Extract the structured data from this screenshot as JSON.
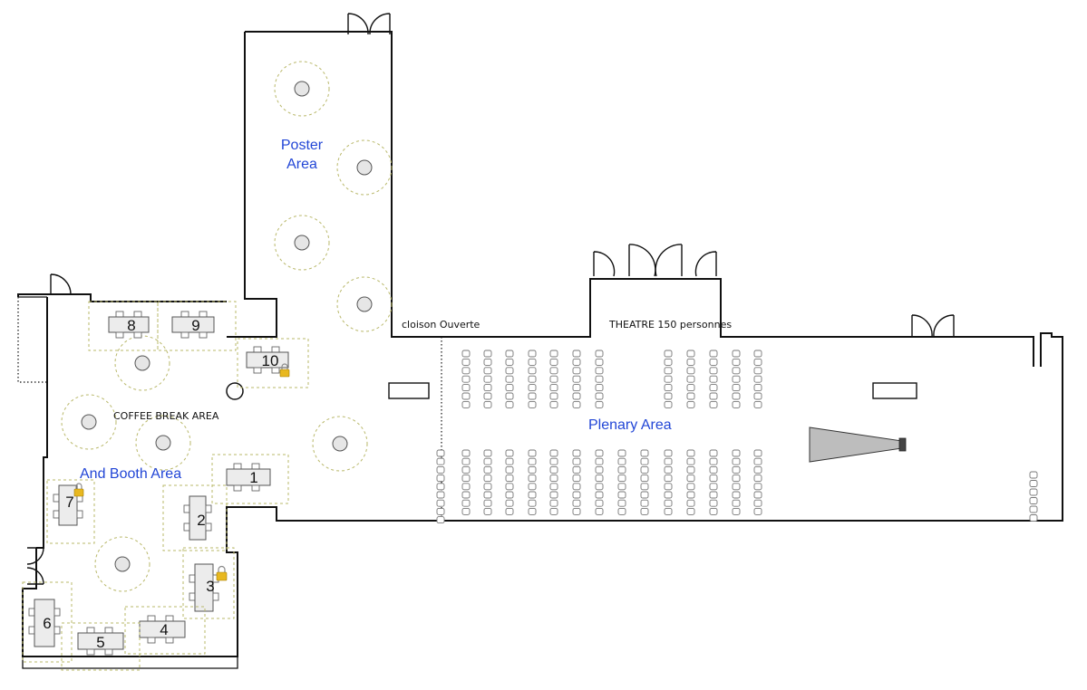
{
  "labels": {
    "poster_area_line1": "Poster",
    "poster_area_line2": "Area",
    "coffee_break": "COFFEE BREAK AREA",
    "booth_area": "And Booth Area",
    "cloison": "cloison Ouverte",
    "theatre": "THEATRE 150 personnes",
    "plenary": "Plenary Area"
  },
  "booths": [
    {
      "number": "1",
      "locked": false
    },
    {
      "number": "2",
      "locked": false
    },
    {
      "number": "3",
      "locked": true
    },
    {
      "number": "4",
      "locked": false
    },
    {
      "number": "5",
      "locked": false
    },
    {
      "number": "6",
      "locked": false
    },
    {
      "number": "7",
      "locked": true
    },
    {
      "number": "8",
      "locked": false
    },
    {
      "number": "9",
      "locked": false
    },
    {
      "number": "10",
      "locked": true
    }
  ],
  "lock_icon": "padlock-icon",
  "colors": {
    "area_label": "#2246d6",
    "zone_outline": "#b9b86a",
    "lock": "#e8b820"
  }
}
